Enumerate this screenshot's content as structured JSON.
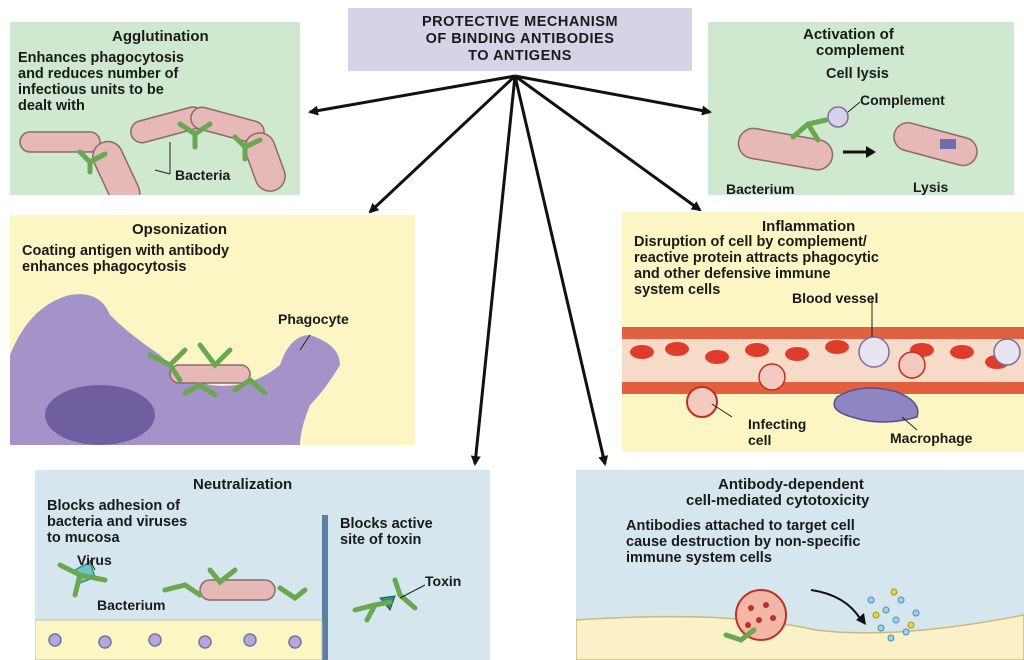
{
  "main_title": [
    "PROTECTIVE MECHANISM",
    "OF BINDING ANTIBODIES",
    "TO ANTIGENS"
  ],
  "agglutination": {
    "title": "Agglutination",
    "description": "Enhances phagocytosis\nand reduces number of\ninfectious units to be\ndealt with",
    "label_bacteria": "Bacteria"
  },
  "complement": {
    "title_line1": "Activation of",
    "title_line2": "complement",
    "subtitle": "Cell lysis",
    "label_complement": "Complement",
    "label_bacterium": "Bacterium",
    "label_lysis": "Lysis"
  },
  "opsonization": {
    "title": "Opsonization",
    "description": "Coating antigen with antibody\nenhances phagocytosis",
    "label_phagocyte": "Phagocyte"
  },
  "inflammation": {
    "title": "Inflammation",
    "description": "Disruption of cell by complement/\nreactive protein attracts phagocytic\nand other defensive immune\nsystem cells",
    "label_blood_vessel": "Blood vessel",
    "label_infecting_cell": "Infecting\ncell",
    "label_macrophage": "Macrophage"
  },
  "neutralization": {
    "title": "Neutralization",
    "description_left": "Blocks adhesion of\nbacteria and viruses\nto mucosa",
    "description_right": "Blocks active\nsite of toxin",
    "label_virus": "Virus",
    "label_bacterium": "Bacterium",
    "label_toxin": "Toxin"
  },
  "adcc": {
    "title_line1": "Antibody-dependent",
    "title_line2": "cell-mediated cytotoxicity",
    "description": "Antibodies attached to target cell\ncause destruction by non-specific\nimmune system cells"
  },
  "colors": {
    "green_panel": "#cfe8d0",
    "yellow_panel": "#fbf6c4",
    "blue_panel": "#d6e6ef",
    "antibody": "#6aa84f",
    "bacterium": "#e6b8b8",
    "phagocyte": "#a493c9",
    "blood_cell": "#e03c2c",
    "arrow": "#111111"
  }
}
